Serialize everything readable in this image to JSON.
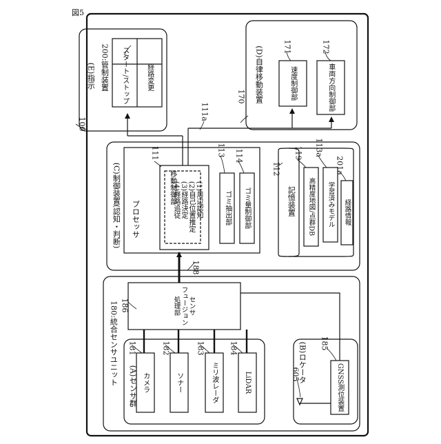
{
  "figure_label": "図5",
  "ref_100": "100",
  "unit_e": {
    "title": "(E)指示",
    "ref": "200:管制装置",
    "start_stop": "スタート/ストップ",
    "route_change": "経路変更"
  },
  "unit_d": {
    "title": "(D)自律移動装置",
    "ref": "170",
    "speed_label": "速度制御部",
    "speed_ref": "171",
    "steer_label": "車両方向制御部",
    "steer_ref": "172"
  },
  "ref_111a": "111a",
  "unit_c": {
    "title": "(C)制御装置(認知・判断)",
    "processor": "プロセッサ",
    "move_ctrl": {
      "ref": "111",
      "title": "移動制御部",
      "items": [
        "(1)周辺認知",
        "(2)自己位置推定",
        "(3)経路決定",
        "(4)経路追従"
      ]
    },
    "trash_extract": {
      "ref": "113",
      "label": "ゴミ抽出部"
    },
    "trash_ctrl": {
      "ref": "114",
      "label": "ゴミ量制御部"
    },
    "storage": {
      "ref": "112",
      "title": "記憶装置",
      "ref_119": "119",
      "map": "高精度地図/点群DB",
      "ref_113a": "113a",
      "model": "学習済みモデル",
      "ref_201a": "201a",
      "route": "経路情報"
    }
  },
  "ref_188": "188",
  "unit_180": {
    "title": "180:統合センサユニット",
    "fusion": {
      "ref": "186",
      "label": "センサ\nフュージョン\n処理部"
    },
    "sensor_group": {
      "title": "(A)センサ群",
      "sensors": [
        {
          "ref": "181",
          "label": "カメラ"
        },
        {
          "ref": "182",
          "label": "ソナー"
        },
        {
          "ref": "183",
          "label": "ミリ波レーダ"
        },
        {
          "ref": "184",
          "label": "LiDAR"
        }
      ]
    },
    "locator": {
      "title": "(B)ロケータ",
      "gnss_ref": "185",
      "gnss": "GNSS測位装置",
      "antenna_ref": "605"
    }
  }
}
